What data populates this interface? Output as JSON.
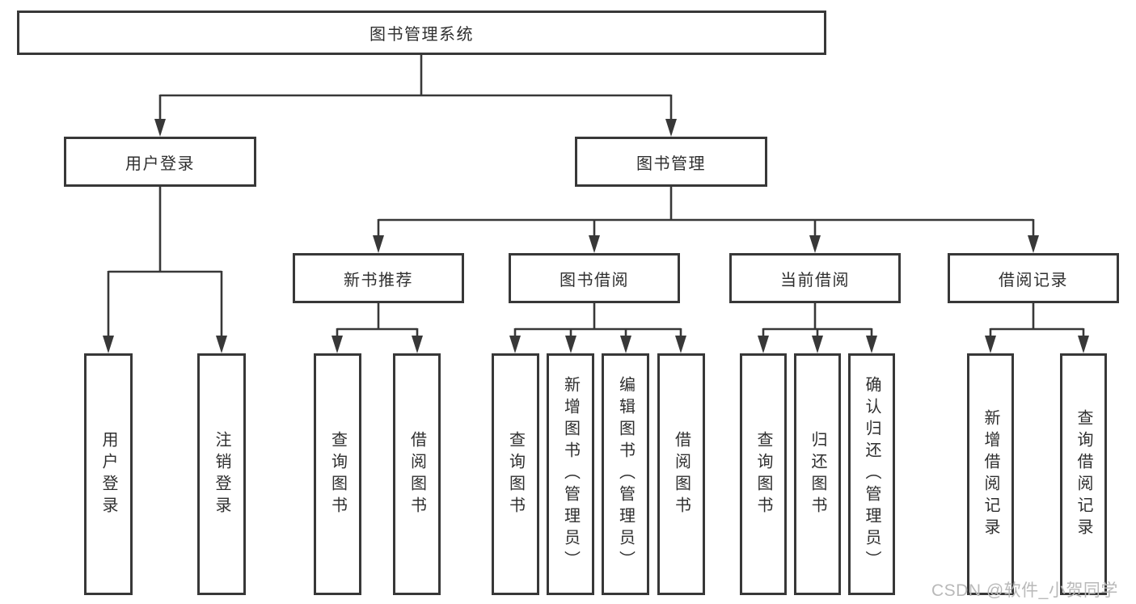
{
  "diagram": {
    "title": "图书管理系统",
    "tree": {
      "root": {
        "label": "图书管理系统"
      },
      "level2": [
        {
          "label": "用户登录"
        },
        {
          "label": "图书管理"
        }
      ],
      "level3": [
        {
          "label": "新书推荐",
          "parent": "图书管理"
        },
        {
          "label": "图书借阅",
          "parent": "图书管理"
        },
        {
          "label": "当前借阅",
          "parent": "图书管理"
        },
        {
          "label": "借阅记录",
          "parent": "图书管理"
        }
      ],
      "leaves": [
        {
          "label": "用户登录",
          "parent": "用户登录"
        },
        {
          "label": "注销登录",
          "parent": "用户登录"
        },
        {
          "label": "查询图书",
          "parent": "新书推荐"
        },
        {
          "label": "借阅图书",
          "parent": "新书推荐"
        },
        {
          "label": "查询图书",
          "parent": "图书借阅"
        },
        {
          "label": "新增图书（管理员）",
          "parent": "图书借阅"
        },
        {
          "label": "编辑图书（管理员）",
          "parent": "图书借阅"
        },
        {
          "label": "借阅图书",
          "parent": "图书借阅"
        },
        {
          "label": "查询图书",
          "parent": "当前借阅"
        },
        {
          "label": "归还图书",
          "parent": "当前借阅"
        },
        {
          "label": "确认归还（管理员）",
          "parent": "当前借阅"
        },
        {
          "label": "新增借阅记录",
          "parent": "借阅记录"
        },
        {
          "label": "查询借阅记录",
          "parent": "借阅记录"
        }
      ]
    },
    "colors": {
      "line": "#383838",
      "box_border": "#383838",
      "text": "#2f2f2f",
      "background": "#ffffff",
      "watermark": "#b9b9b9"
    }
  },
  "watermark": {
    "text": "CSDN @软件_小贺同学"
  }
}
